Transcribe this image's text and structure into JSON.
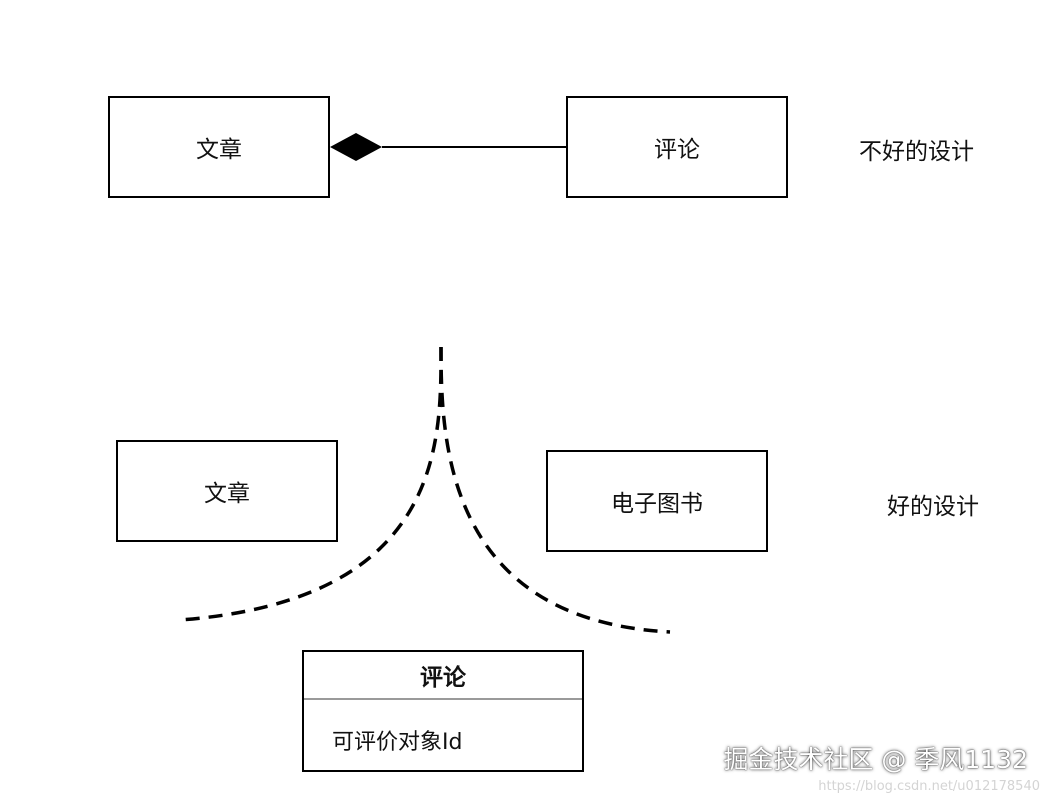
{
  "top_diagram": {
    "article_label": "文章",
    "comment_label": "评论",
    "caption": "不好的设计"
  },
  "bottom_diagram": {
    "article_label": "文章",
    "ebook_label": "电子图书",
    "caption": "好的设计",
    "comment_class": {
      "name": "评论",
      "attribute": "可评价对象Id"
    }
  },
  "watermark": {
    "text": "掘金技术社区 @ 季风1132",
    "url": "https://blog.csdn.net/u012178540"
  }
}
